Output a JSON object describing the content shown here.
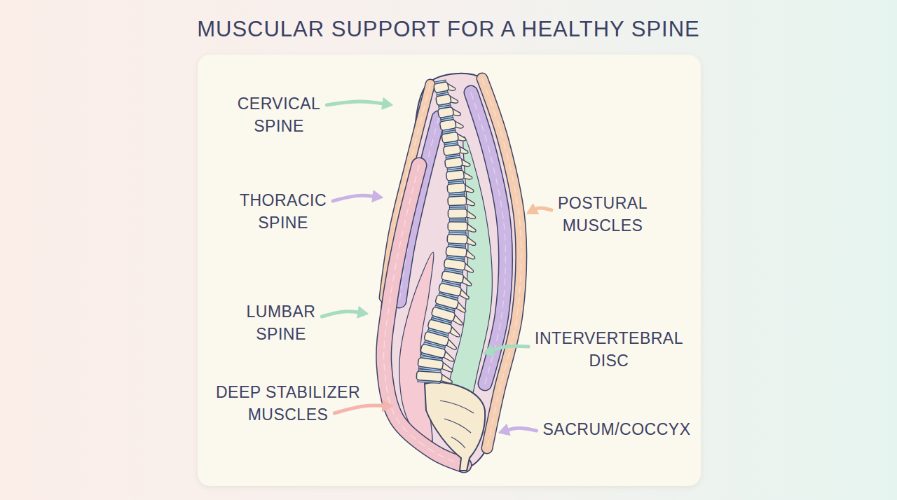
{
  "diagram": {
    "title": "MUSCULAR SUPPORT FOR A HEALTHY SPINE",
    "labels": [
      "CERVICAL SPINE",
      "THORACIC SPINE",
      "POSTURAL MUSCLES",
      "LUMBAR SPINE",
      "INTERVERTEBRAL DISC",
      "DEEP STABILIZER MUSCLES",
      "SACRUM/COCCYX"
    ]
  }
}
